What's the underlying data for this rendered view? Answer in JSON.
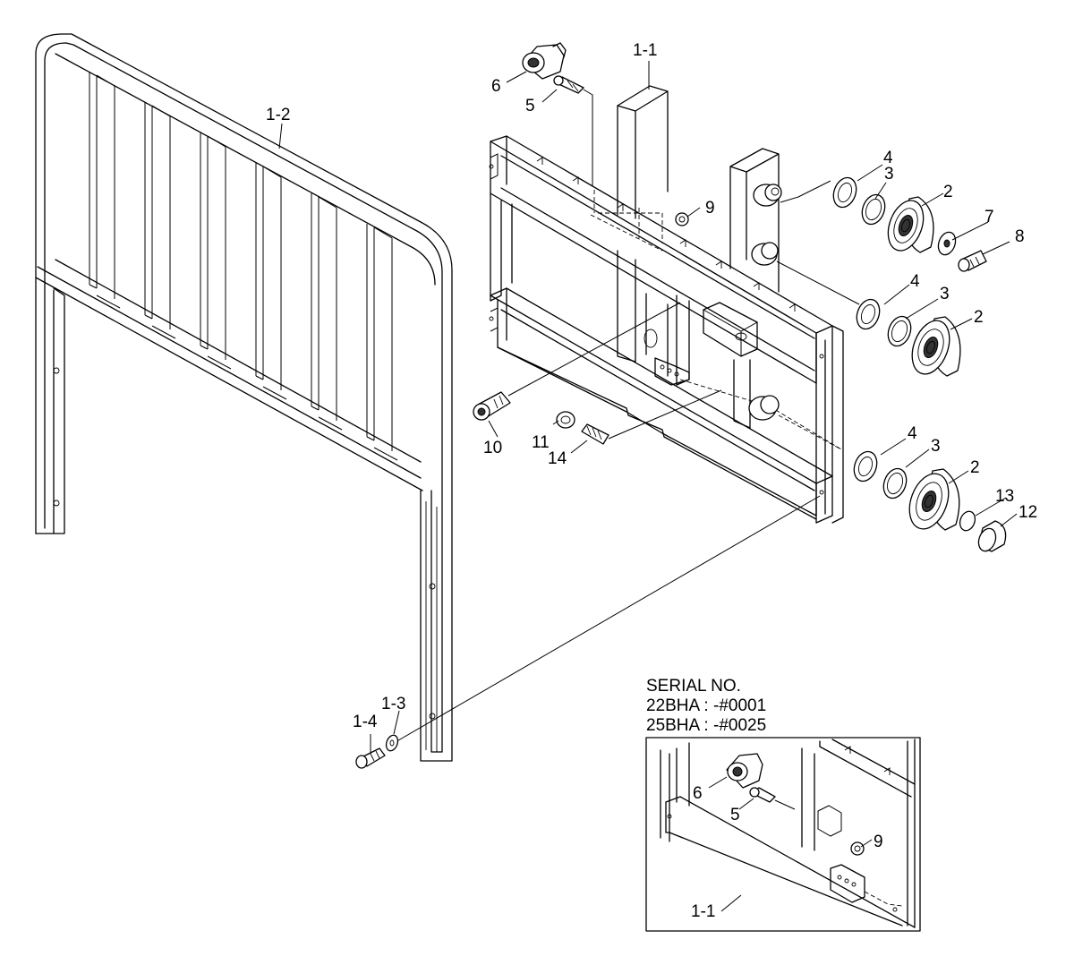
{
  "callouts": {
    "c1_1": "1-1",
    "c1_2": "1-2",
    "c1_3": "1-3",
    "c1_4": "1-4",
    "c2a": "2",
    "c2b": "2",
    "c2c": "2",
    "c3a": "3",
    "c3b": "3",
    "c3c": "3",
    "c4a": "4",
    "c4b": "4",
    "c4c": "4",
    "c5": "5",
    "c6": "6",
    "c7": "7",
    "c8": "8",
    "c9": "9",
    "c10": "10",
    "c11": "11",
    "c12": "12",
    "c13": "13",
    "c14": "14"
  },
  "inset": {
    "serial_title": "SERIAL NO.",
    "serial_line1": "22BHA : -#0001",
    "serial_line2": "25BHA : -#0025",
    "c6": "6",
    "c5": "5",
    "c9": "9",
    "c1_1": "1-1"
  }
}
